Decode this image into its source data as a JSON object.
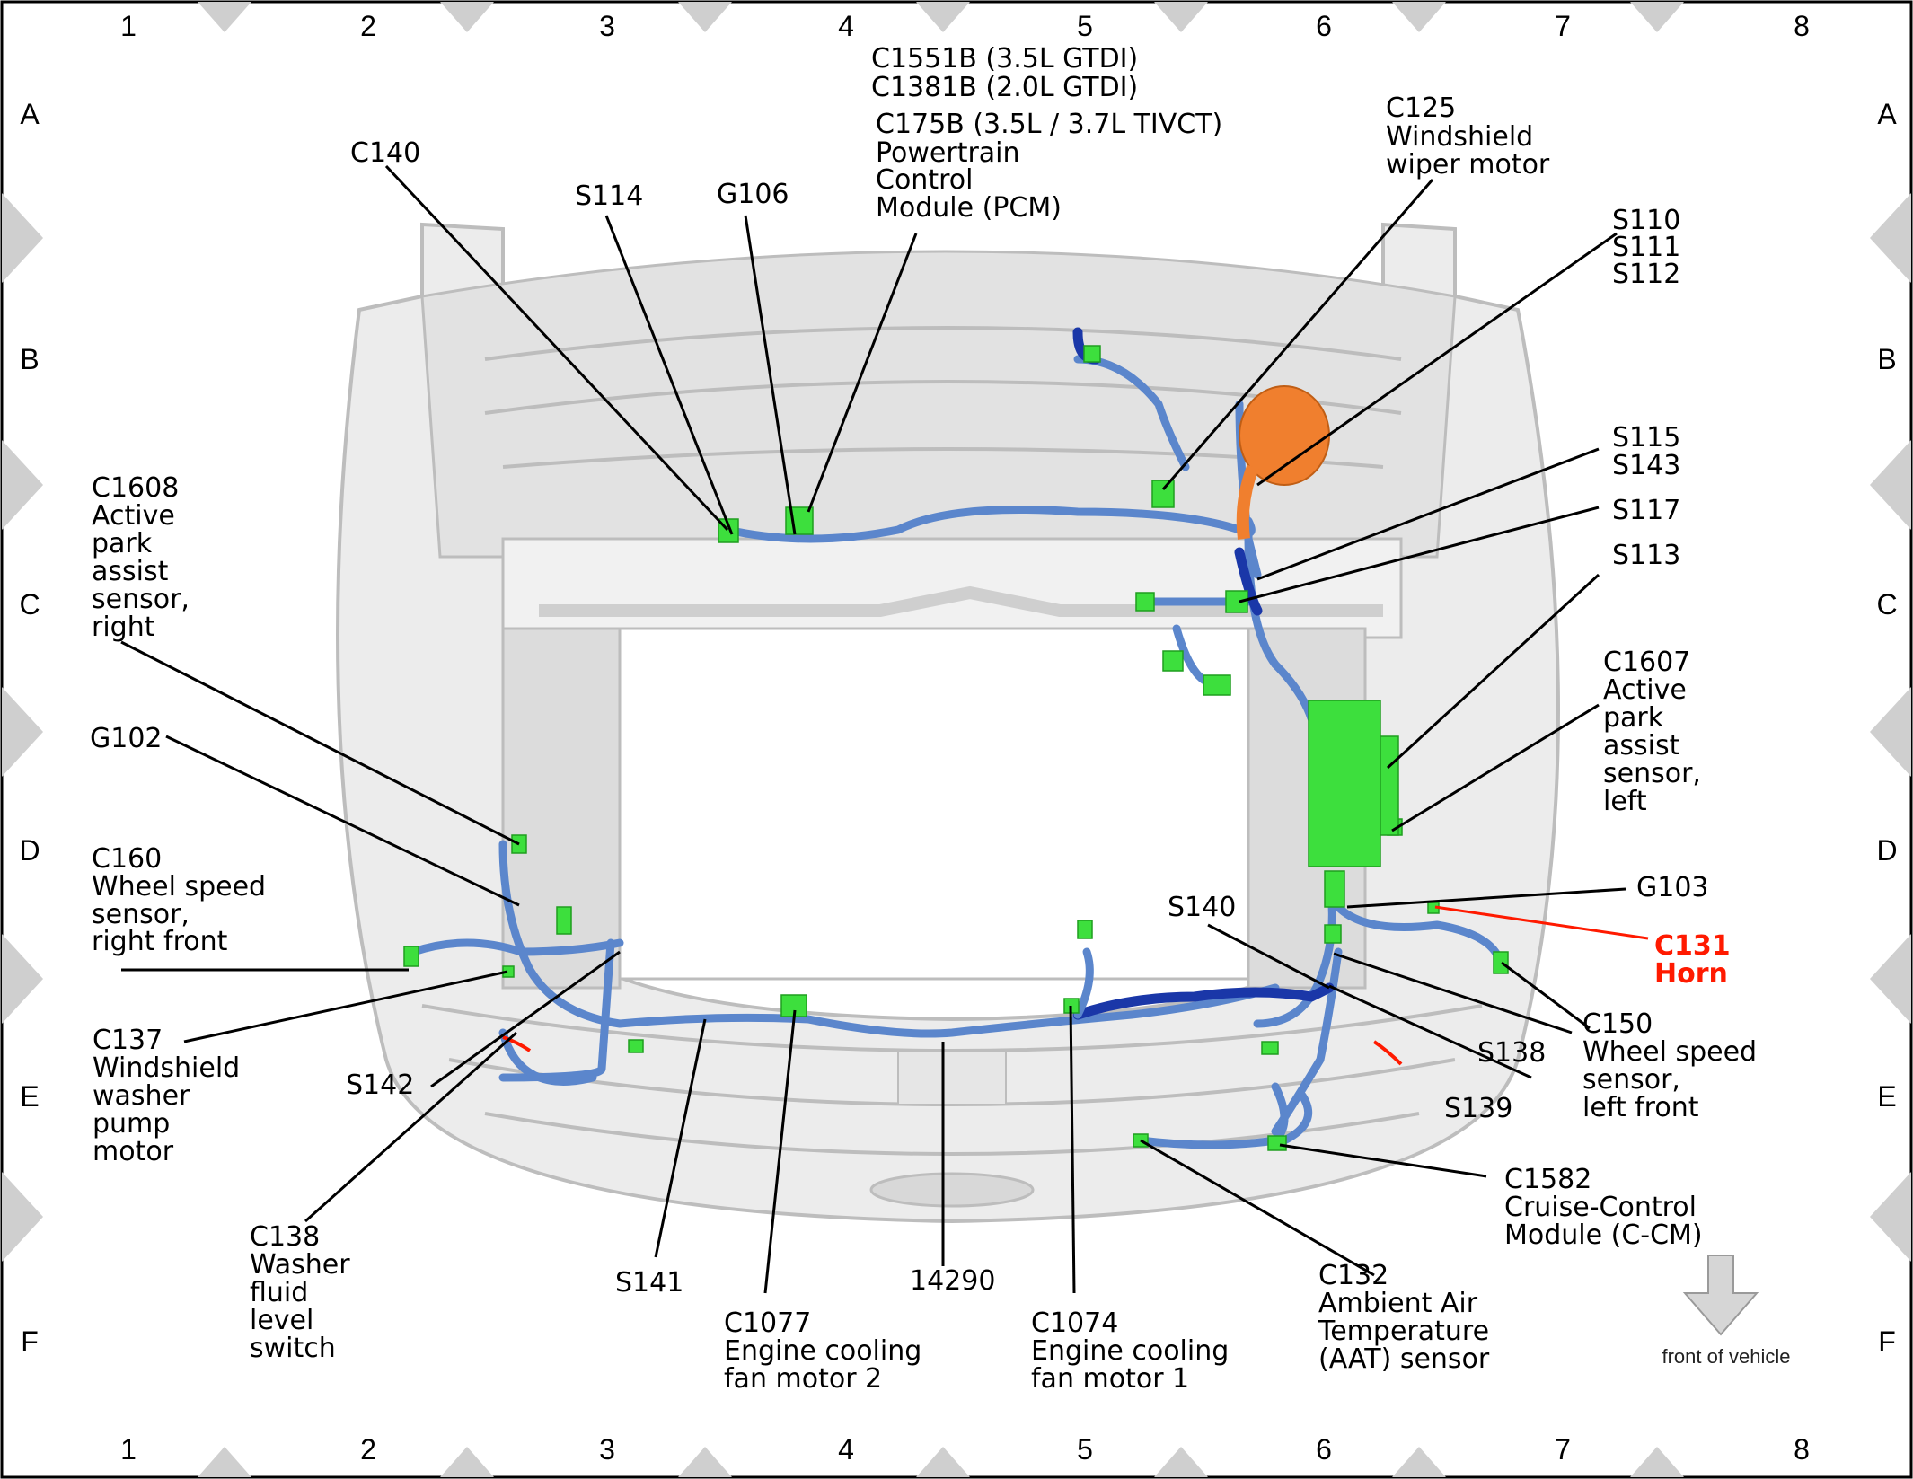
{
  "grid": {
    "columns": [
      "1",
      "2",
      "3",
      "4",
      "5",
      "6",
      "7",
      "8"
    ],
    "rows": [
      "A",
      "B",
      "C",
      "D",
      "E",
      "F"
    ]
  },
  "labels": {
    "c140": "C140",
    "s114": "S114",
    "g106": "G106",
    "pcm": [
      "C1551B  (3.5L GTDI)",
      "C1381B  (2.0L GTDI)",
      "C175B   (3.5L / 3.7L TIVCT)",
      "Powertrain",
      "Control",
      "Module (PCM)"
    ],
    "c125": [
      "C125",
      "Windshield",
      "wiper motor"
    ],
    "s110": [
      "S110",
      "S111",
      "S112"
    ],
    "s115": [
      "S115",
      "S143"
    ],
    "s117": "S117",
    "s113": "S113",
    "c1607": [
      "C1607",
      "Active",
      "park",
      "assist",
      "sensor,",
      "left"
    ],
    "c1608": [
      "C1608",
      "Active",
      "park",
      "assist",
      "sensor,",
      "right"
    ],
    "g102": "G102",
    "c160": [
      "C160",
      "Wheel speed",
      "sensor,",
      "right front"
    ],
    "c137": [
      "C137",
      "Windshield",
      "washer",
      "pump",
      "motor"
    ],
    "s142": "S142",
    "c138": [
      "C138",
      "Washer",
      "fluid",
      "level",
      "switch"
    ],
    "s141": "S141",
    "c1077": [
      "C1077",
      "Engine cooling",
      "fan motor 2"
    ],
    "n14290": "14290",
    "c1074": [
      "C1074",
      "Engine cooling",
      "fan motor 1"
    ],
    "c132": [
      "C132",
      "Ambient Air",
      "Temperature",
      "(AAT) sensor"
    ],
    "c1582": [
      "C1582",
      "Cruise-Control",
      "Module (C-CM)"
    ],
    "s140": "S140",
    "g103": "G103",
    "c131": [
      "C131",
      "Horn"
    ],
    "s138": "S138",
    "s139": "S139",
    "c150": [
      "C150",
      "Wheel speed",
      "sensor,",
      "left front"
    ],
    "front": "front of vehicle"
  },
  "colors": {
    "harness_light": "#5b86cc",
    "harness_dark": "#1a37a8",
    "connector": "#3ddf3d",
    "highlight": "#ff1a00",
    "module_orange": "#f07f2e"
  }
}
